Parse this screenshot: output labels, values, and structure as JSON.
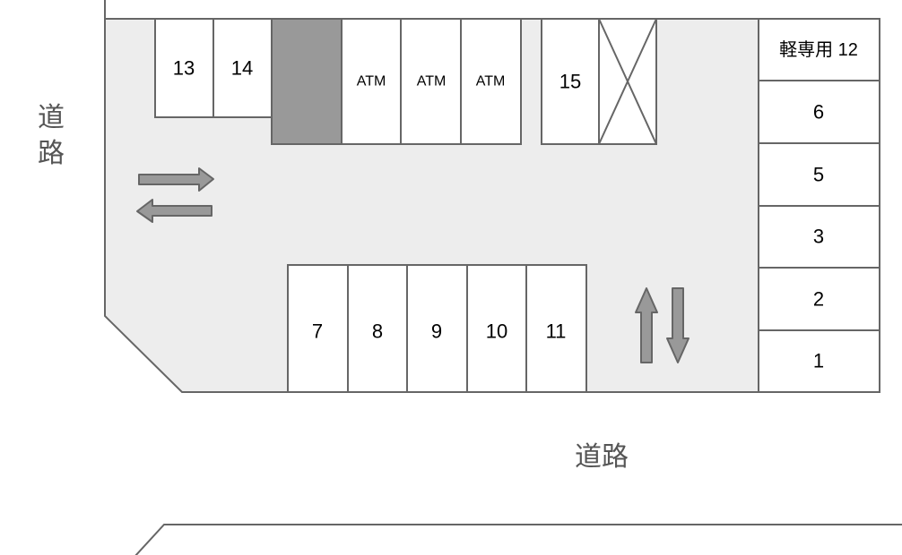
{
  "diagram_type": "parking-lot-layout",
  "roads": {
    "left": "道路",
    "bottom": "道路"
  },
  "spaces": {
    "row_top": [
      {
        "label": "13"
      },
      {
        "label": "14"
      }
    ],
    "atm_booths": [
      {
        "label": "ATM"
      },
      {
        "label": "ATM"
      },
      {
        "label": "ATM"
      }
    ],
    "space_15": {
      "label": "15"
    },
    "row_bottom": [
      {
        "label": "7"
      },
      {
        "label": "8"
      },
      {
        "label": "9"
      },
      {
        "label": "10"
      },
      {
        "label": "11"
      }
    ],
    "column_right": [
      {
        "label": "軽専用 12"
      },
      {
        "label": "6"
      },
      {
        "label": "5"
      },
      {
        "label": "3"
      },
      {
        "label": "2"
      },
      {
        "label": "1"
      }
    ]
  },
  "blocks": {
    "occupied": {
      "mark": "filled"
    },
    "crossed": {
      "mark": "X"
    }
  },
  "arrows": {
    "lane_left_area": [
      "right-arrow",
      "left-arrow"
    ],
    "lane_right_area": [
      "up-arrow",
      "down-arrow"
    ]
  },
  "colors": {
    "lot_fill": "#ededed",
    "occupied_fill": "#999999",
    "outline": "#666666",
    "arrow_fill": "#999999",
    "space_fill": "#ffffff",
    "road_text": "#555555"
  }
}
